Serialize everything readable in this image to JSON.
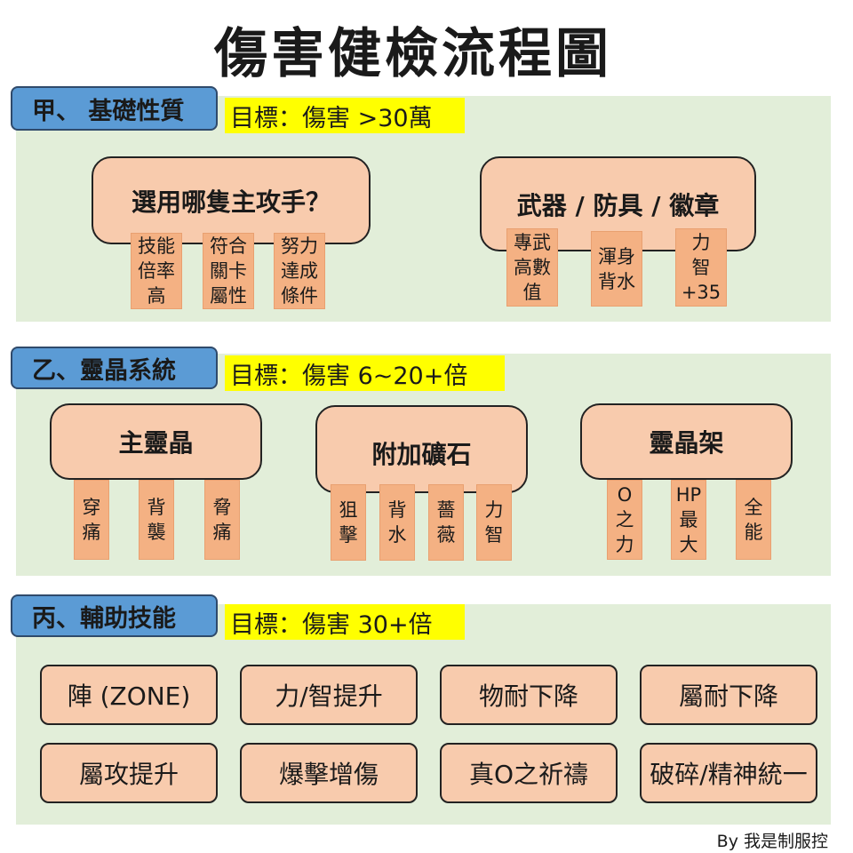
{
  "title": "傷害健檢流程圖",
  "sections": [
    {
      "label": "甲、 基礎性質",
      "goal": "目標：傷害 >30萬",
      "groups": [
        {
          "title": "選用哪隻主攻手？",
          "items": [
            "技能\n倍率\n高",
            "符合\n關卡\n屬性",
            "努力\n達成\n條件"
          ]
        },
        {
          "title": "武器 / 防具 / 徽章",
          "items": [
            "專武\n高數\n值",
            "渾身\n背水",
            "力\n智\n+35"
          ]
        }
      ]
    },
    {
      "label": "乙、靈晶系統",
      "goal": "目標：傷害 6~20+倍",
      "groups": [
        {
          "title": "主靈晶",
          "items": [
            "穿\n痛",
            "背\n襲",
            "脅\n痛"
          ]
        },
        {
          "title": "附加礦石",
          "items": [
            "狙\n擊",
            "背\n水",
            "薔\n薇",
            "力\n智"
          ]
        },
        {
          "title": "靈晶架",
          "items": [
            "O\n之\n力",
            "HP\n最\n大",
            "全\n能"
          ]
        }
      ]
    },
    {
      "label": "丙、輔助技能",
      "goal": "目標：傷害 30+倍",
      "cells": [
        "陣 (ZONE)",
        "力/智提升",
        "物耐下降",
        "屬耐下降",
        "屬攻提升",
        "爆擊增傷",
        "真O之祈禱",
        "破碎/精神統一"
      ]
    }
  ],
  "credit": "By 我是制服控"
}
